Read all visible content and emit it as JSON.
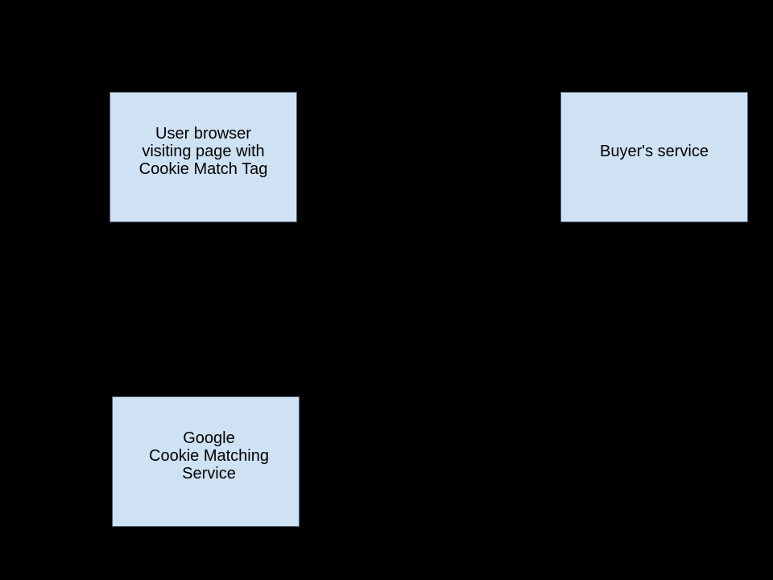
{
  "colors": {
    "background": "#000000",
    "node_fill": "#cfe2f3",
    "node_border": "#4b5a6e",
    "node_text": "#000000"
  },
  "nodes": {
    "user_browser": {
      "label": "User browser\nvisiting page with\nCookie Match Tag"
    },
    "buyers_service": {
      "label": "Buyer's service"
    },
    "google_cms": {
      "label": "Google\nCookie Matching\nService"
    }
  }
}
